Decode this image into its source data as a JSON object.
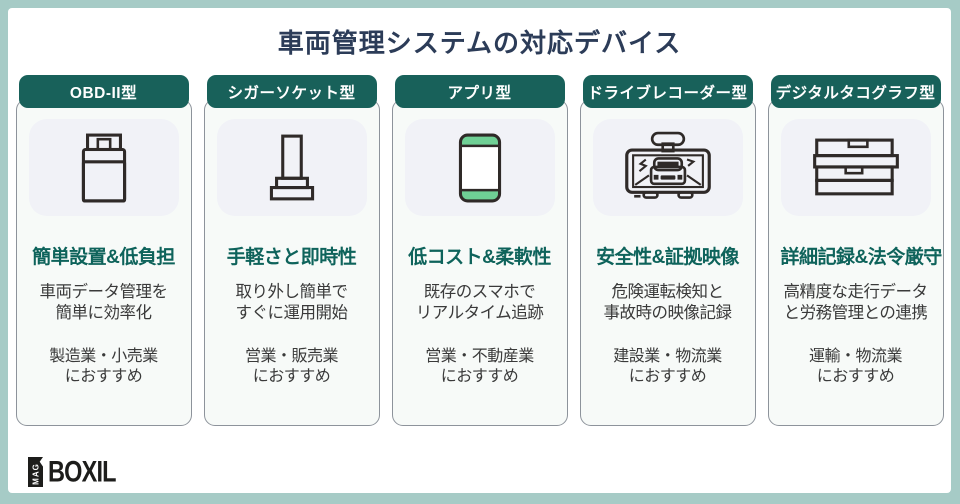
{
  "title": "車両管理システムの対応デバイス",
  "colors": {
    "frame": "#a6cbc6",
    "header_teal": "#18615a",
    "title_navy": "#2c3c58",
    "subtitle_teal": "#0e635b",
    "accent_green": "#6fd095",
    "card_background": "#f7faf8",
    "icon_tile_background": "#f1f2f7"
  },
  "cards": [
    {
      "header": "OBD-II型",
      "icon": "obd-connector-icon",
      "subtitle": "簡単設置&低負担",
      "description": "車両データ管理を\n簡単に効率化",
      "recommendation": "製造業・小売業\nにおすすめ"
    },
    {
      "header": "シガーソケット型",
      "icon": "cigar-socket-plug-icon",
      "subtitle": "手軽さと即時性",
      "description": "取り外し簡単で\nすぐに運用開始",
      "recommendation": "営業・販売業\nにおすすめ"
    },
    {
      "header": "アプリ型",
      "icon": "smartphone-icon",
      "subtitle": "低コスト&柔軟性",
      "description": "既存のスマホで\nリアルタイム追跡",
      "recommendation": "営業・不動産業\nにおすすめ"
    },
    {
      "header": "ドライブレコーダー型",
      "icon": "drive-recorder-icon",
      "subtitle": "安全性&証拠映像",
      "description": "危険運転検知と\n事故時の映像記録",
      "recommendation": "建設業・物流業\nにおすすめ"
    },
    {
      "header": "デジタルタコグラフ型",
      "icon": "digital-tachograph-icon",
      "subtitle": "詳細記録&法令厳守",
      "description": "高精度な走行データ\nと労務管理との連携",
      "recommendation": "運輸・物流業\nにおすすめ"
    }
  ],
  "footer": {
    "logo_mag": "MAG",
    "logo_brand": "BOXIL"
  }
}
